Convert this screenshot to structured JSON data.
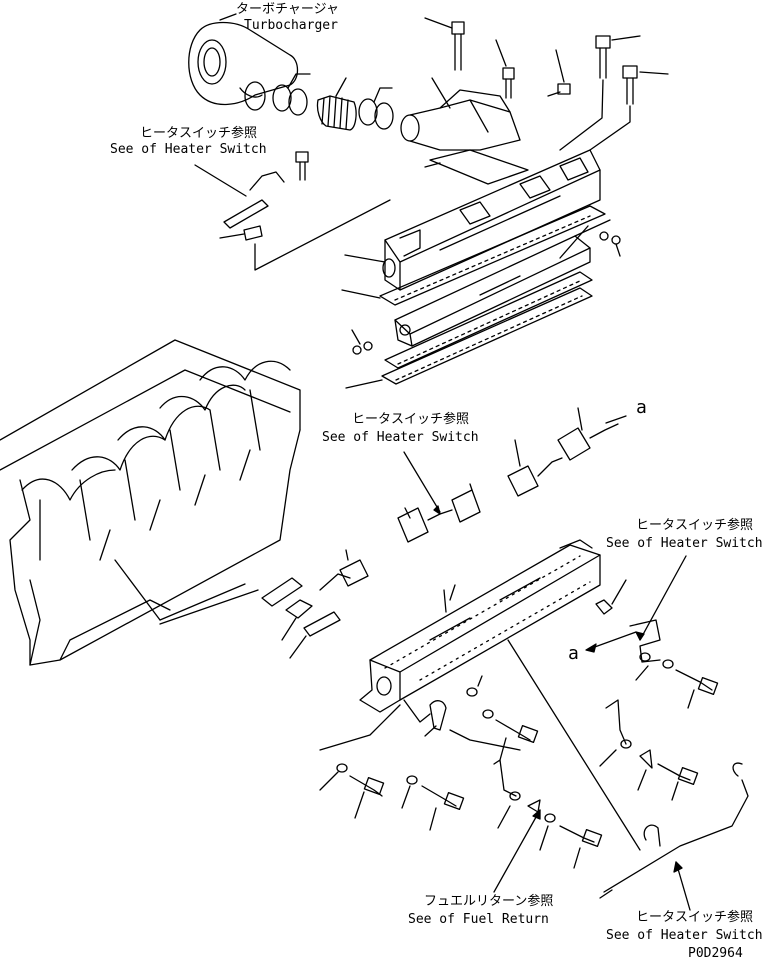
{
  "labels": {
    "turbocharger_jp": "ターボチャージャ",
    "turbocharger_en": "Turbocharger",
    "heater_switch_1_jp": "ヒータスイッチ参照",
    "heater_switch_1_en": "See of Heater Switch",
    "heater_switch_2_jp": "ヒータスイッチ参照",
    "heater_switch_2_en": "See of Heater Switch",
    "heater_switch_3_jp": "ヒータスイッチ参照",
    "heater_switch_3_en": "See of Heater Switch",
    "heater_switch_4_jp": "ヒータスイッチ参照",
    "heater_switch_4_en": "See of Heater Switch",
    "fuel_return_jp": "フュエルリターン参照",
    "fuel_return_en": "See of Fuel Return",
    "marker_a_top": "a",
    "marker_a_mid": "a",
    "drawing_code": "P0D2964"
  }
}
